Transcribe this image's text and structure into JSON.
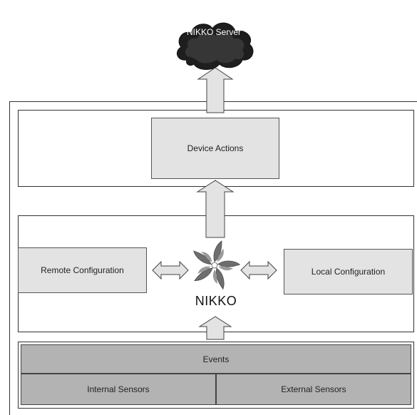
{
  "cloud": {
    "label": "NIKKO Server"
  },
  "actions": {
    "device_actions": "Device Actions"
  },
  "core": {
    "remote_config": "Remote Configuration",
    "local_config": "Local Configuration",
    "logo_text": "NIKKO"
  },
  "inputs": {
    "events": "Events",
    "internal_sensors": "Internal Sensors",
    "external_sensors": "External Sensors"
  }
}
